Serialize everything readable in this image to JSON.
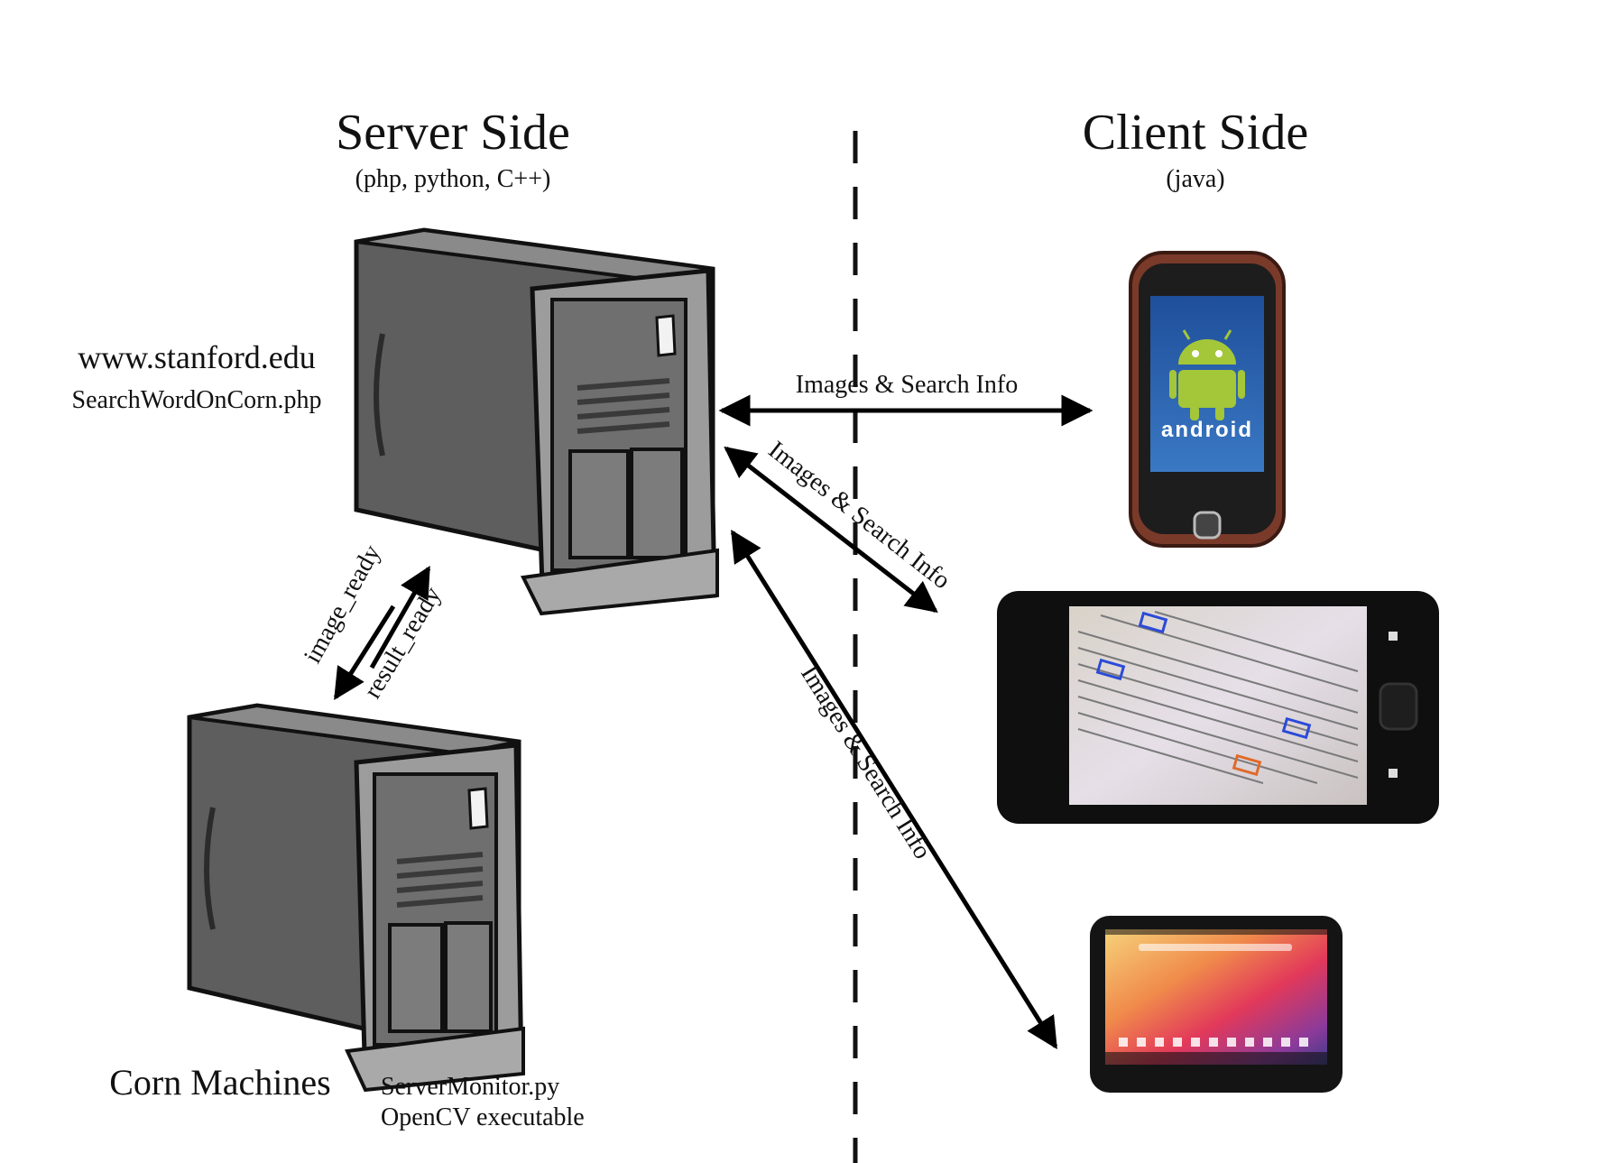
{
  "server_side": {
    "title": "Server Side",
    "subtitle": "(php, python, C++)",
    "web_server_host": "www.stanford.edu",
    "web_server_file": "SearchWordOnCorn.php",
    "corn_label": "Corn Machines",
    "corn_files": [
      "ServerMonitor.py",
      "OpenCV executable"
    ],
    "link_down_label": "image_ready",
    "link_up_label": "result_ready"
  },
  "client_side": {
    "title": "Client Side",
    "subtitle": "(java)",
    "android_logo_text": "android"
  },
  "arrows": {
    "phone_label": "Images & Search Info",
    "landscape_phone_label": "Images & Search Info",
    "tablet_label": "Images & Search Info"
  },
  "colors": {
    "server_body": "#6b6b6b",
    "server_front": "#9a9a9a",
    "android_green": "#a4c639",
    "phone_case": "#7a3a2a",
    "screen_blue": "#2a5ea8"
  }
}
